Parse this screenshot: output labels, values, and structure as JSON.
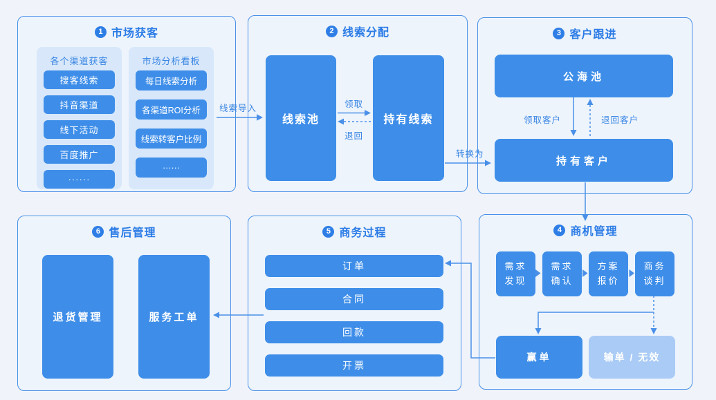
{
  "colors": {
    "page_bg": "#F0F4FA",
    "panel_bg": "#EDF4FC",
    "panel_border": "#4A90E8",
    "subpanel_bg": "#D8E8FA",
    "box_blue": "#3E8EE9",
    "box_light_blue": "#A9CBF5",
    "accent_text": "#2C7CE6",
    "connector_line": "#4A90E8"
  },
  "panels": {
    "market": {
      "num": "1",
      "title": "市场获客",
      "channels": {
        "header": "各个渠道获客",
        "items": [
          "搜客线索",
          "抖音渠道",
          "线下活动",
          "百度推广",
          "······"
        ]
      },
      "dashboard": {
        "header": "市场分析看板",
        "items": [
          "每日线索分析",
          "各渠道ROI分析",
          "线索转客户比例",
          "······"
        ]
      }
    },
    "leads": {
      "num": "2",
      "title": "线索分配",
      "pool": "线索池",
      "held": "持有线索",
      "claim": "领取",
      "return": "退回"
    },
    "followup": {
      "num": "3",
      "title": "客户跟进",
      "public_pool": "公海池",
      "held": "持有客户",
      "claim": "领取客户",
      "return": "退回客户"
    },
    "opportunity": {
      "num": "4",
      "title": "商机管理",
      "stages": [
        "需求\n发现",
        "需求\n确认",
        "方案\n报价",
        "商务\n谈判"
      ],
      "won": "赢单",
      "lost": "输单 / 无效"
    },
    "business": {
      "num": "5",
      "title": "商务过程",
      "items": [
        "订单",
        "合同",
        "回款",
        "开票"
      ]
    },
    "aftersales": {
      "num": "6",
      "title": "售后管理",
      "returns": "退货管理",
      "tickets": "服务工单"
    }
  },
  "connectors": {
    "lead_import": "线索导入",
    "convert_to": "转换为"
  }
}
